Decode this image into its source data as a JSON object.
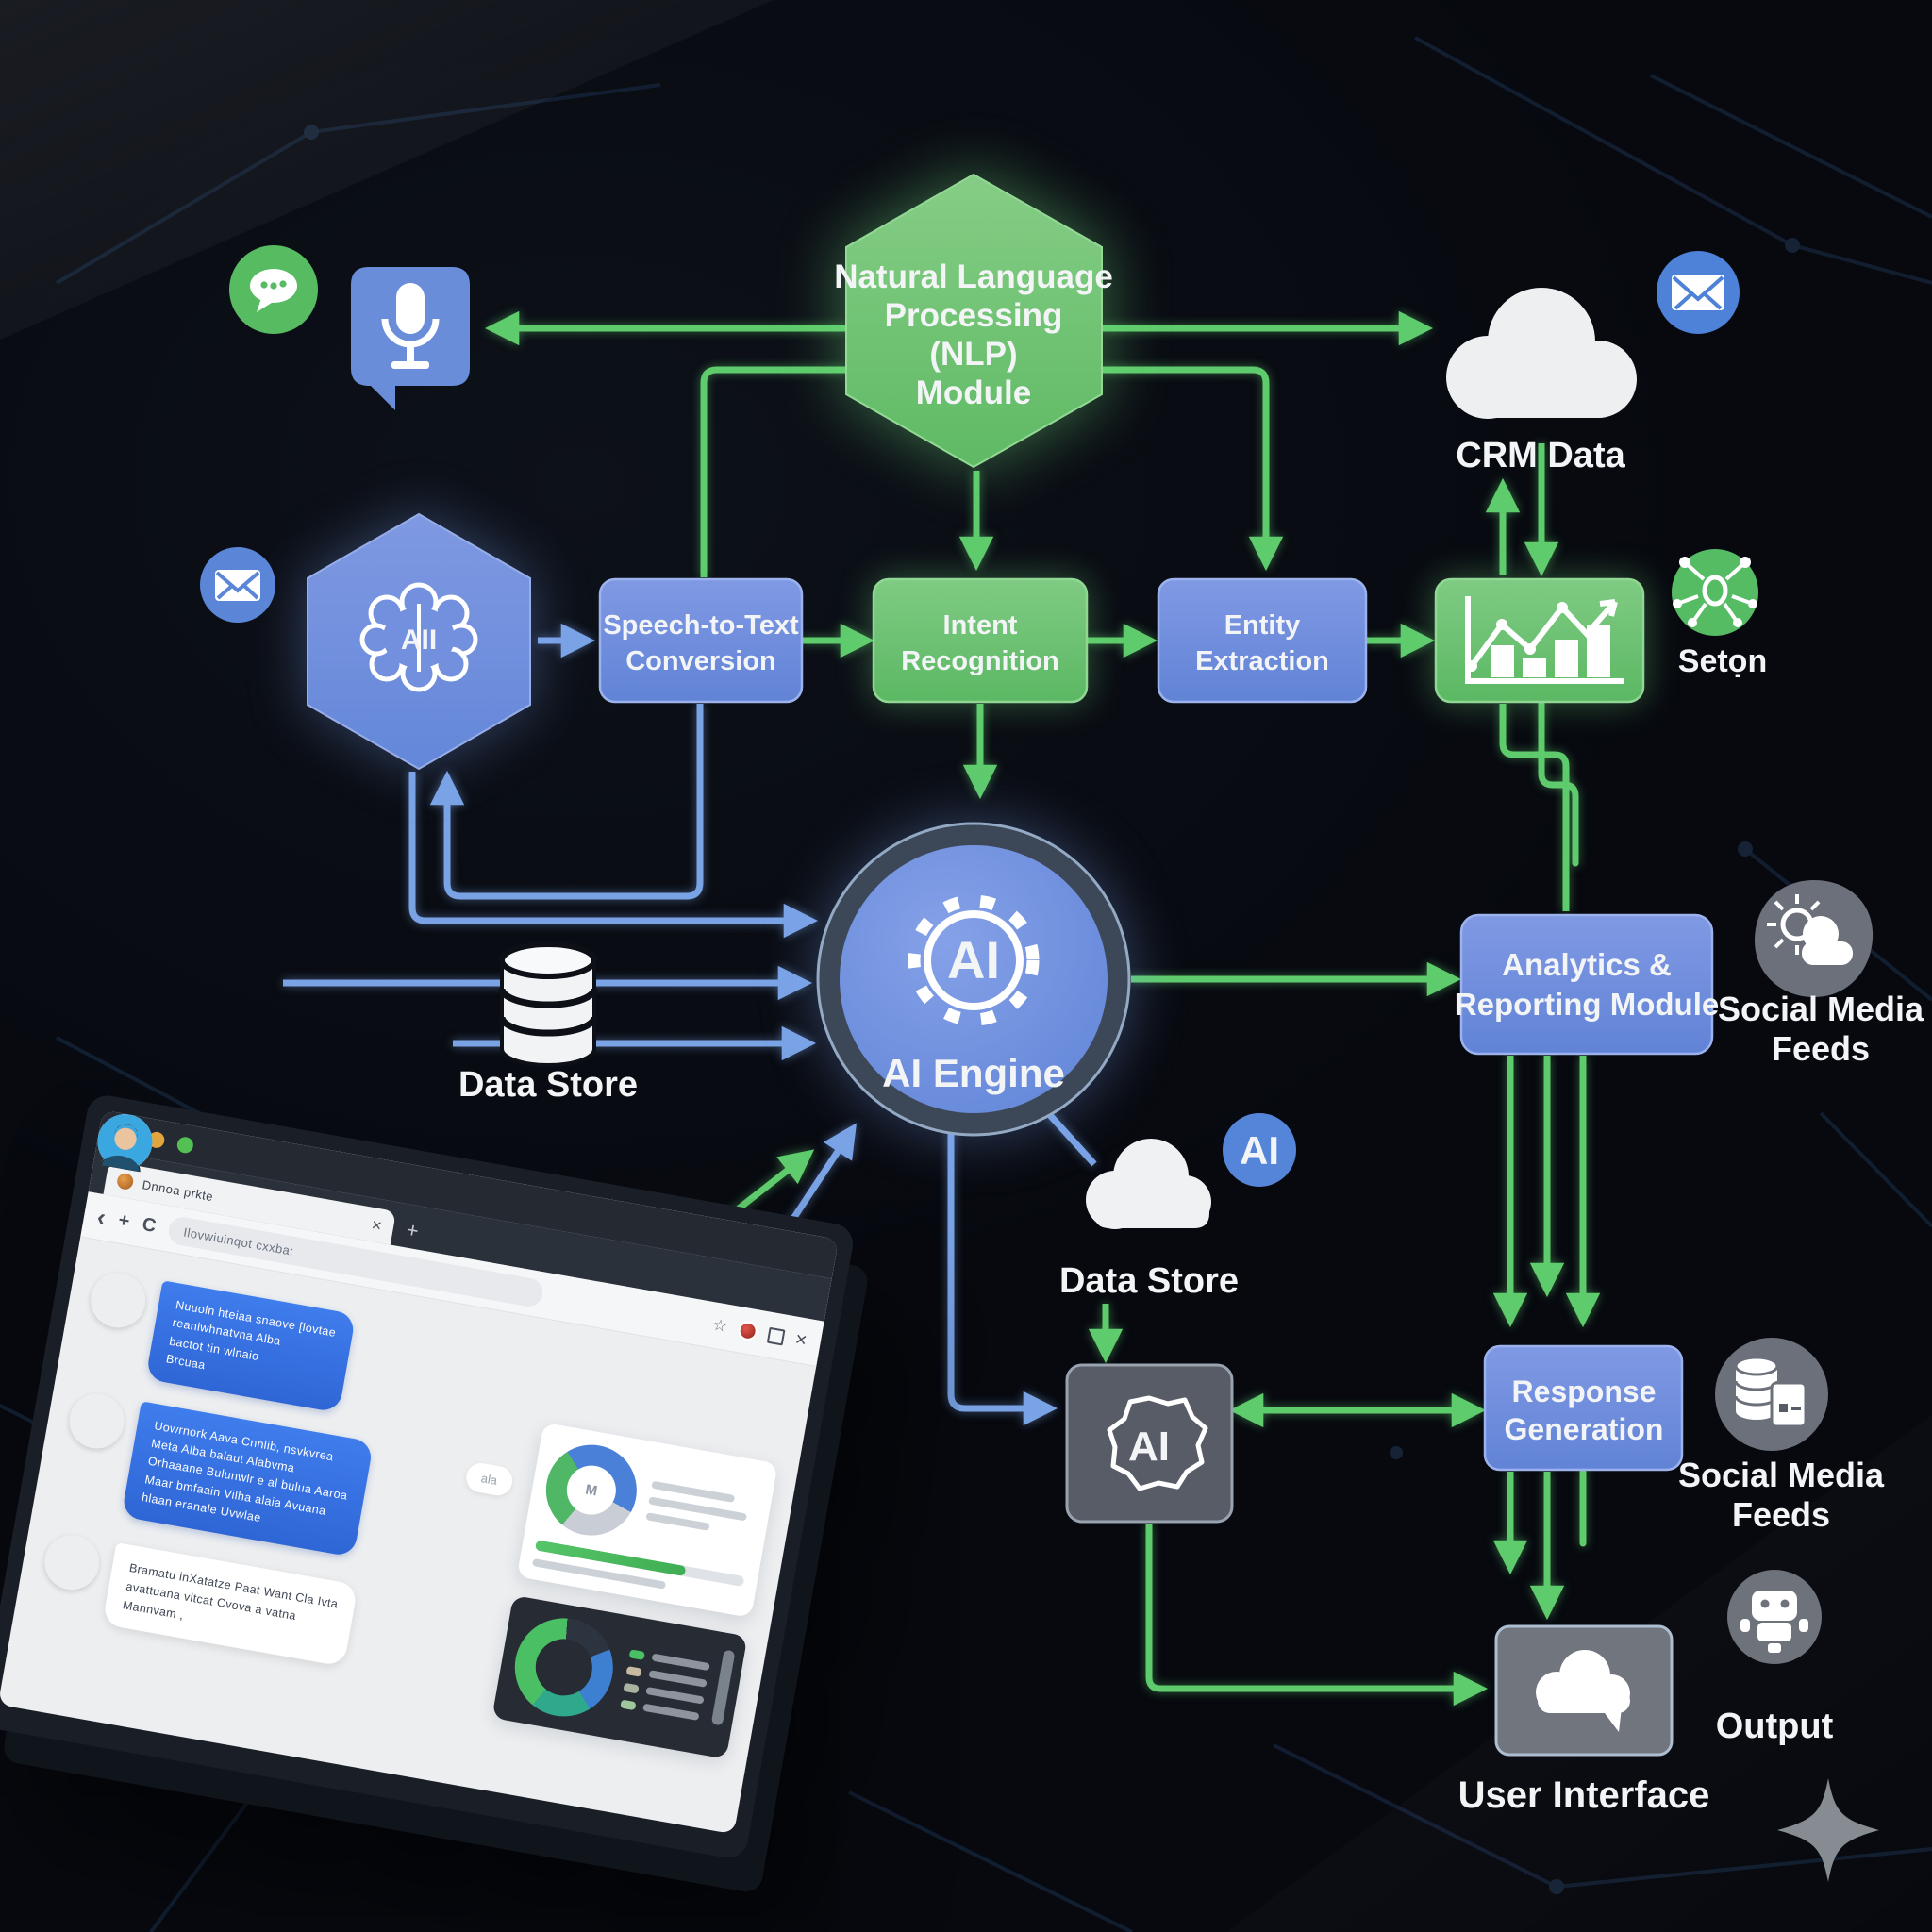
{
  "diagram": {
    "nlp": [
      "Natural Language",
      "Processing",
      "(NLP)",
      "Module"
    ],
    "speech": [
      "Speech-to-Text",
      "Conversion"
    ],
    "intent": [
      "Intent",
      "Recognition"
    ],
    "entity": [
      "Entity",
      "Extraction"
    ],
    "crm_label": "CRM Data",
    "seton_label": "Setọn",
    "brain_icon": "AII",
    "engine_icon": "AI",
    "engine_label": "AI Engine",
    "datastore_db_label": "Data Store",
    "analytics": [
      "Analytics &",
      "Reporting Module"
    ],
    "social_top": [
      "Social Media",
      "Feeds"
    ],
    "datastore_cloud_label": "Data Store",
    "ai_badge": "AI",
    "gray_ai_icon": "AI",
    "response": [
      "Response",
      "Generation"
    ],
    "social_right": [
      "Social Media",
      "Feeds"
    ],
    "ui_label": "User Interface",
    "output_label": "Output",
    "colors": {
      "green_node": "#66c06e",
      "blue_node": "#6b8ed9",
      "green_arrow": "#5ecb6c",
      "blue_arrow": "#7aa3e6",
      "gray_node": "#6b707a"
    }
  },
  "browser": {
    "tab_title": "Dnnoa prkte",
    "url": "Ilovwiuinqot cxxba:",
    "close_glyph": "✕",
    "back_glyph": "‹",
    "plus_glyph": "+",
    "reload_glyph": "C",
    "star_glyph": "☆",
    "typing": "ala",
    "messages": {
      "m1": [
        "Nuuoln hteiaa snaove [lovtae",
        "reaniwhnatvna  Alba",
        "bactot tin wlnaio",
        "Brcuaa"
      ],
      "m2": [
        "Uowrnork Aava Cnnlib, nsvkvrea",
        "Meta Alba balaut Alabvma",
        "Orhaaane Bulunwlr e al bulua Aaroa",
        "Maar bmfaain Vilha alaia Avuana",
        "hlaan eranale Uvwlae"
      ],
      "m3": [
        "Bramatu inXatatze Paat Want Cla Ivta",
        "avattuana vltcat Cvova a vatna",
        "Mannvam ,"
      ]
    },
    "donut1": {
      "center": "M",
      "segments": [
        {
          "color": "#4fb765",
          "value": 30
        },
        {
          "color": "#4a80d8",
          "value": 42
        },
        {
          "color": "#c9ced6",
          "value": 28
        }
      ]
    },
    "donut2": {
      "segments": [
        {
          "color": "#4bbf63",
          "value": 40
        },
        {
          "color": "#2c3440",
          "value": 18
        },
        {
          "color": "#3d7fd0",
          "value": 22
        },
        {
          "color": "#2fa98c",
          "value": 20
        }
      ]
    }
  }
}
